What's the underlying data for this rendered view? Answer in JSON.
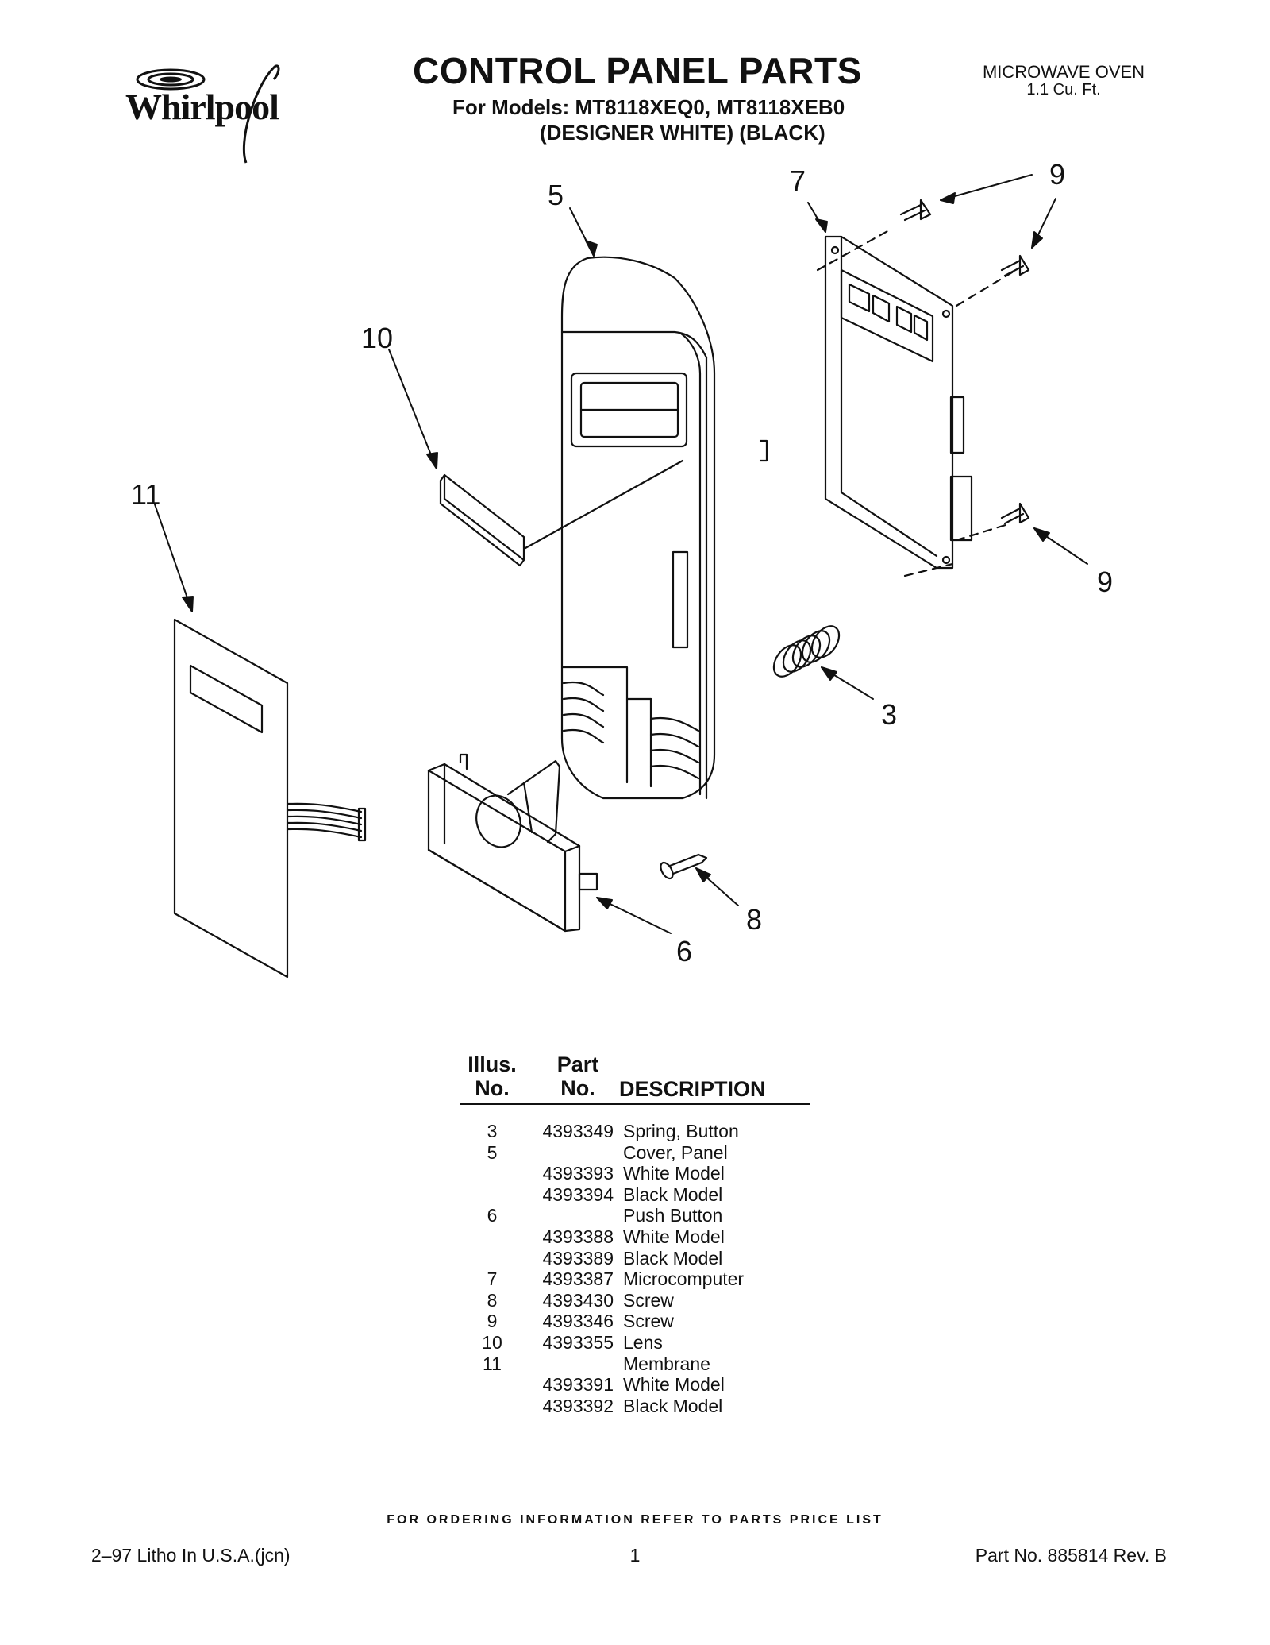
{
  "header": {
    "brand": "Whirlpool",
    "title": "CONTROL PANEL PARTS",
    "models_line": "For Models: MT8118XEQ0, MT8118XEB0",
    "models_colors": "(DESIGNER WHITE) (BLACK)",
    "product_type": "MICROWAVE OVEN",
    "product_size": "1.1 Cu. Ft."
  },
  "diagram": {
    "callouts": {
      "c3": "3",
      "c5": "5",
      "c6": "6",
      "c7": "7",
      "c8": "8",
      "c9a": "9",
      "c9b": "9",
      "c10": "10",
      "c11": "11"
    },
    "icons": [
      "whirlpool-logo",
      "control-panel-cover",
      "microcomputer-board",
      "screw",
      "spring",
      "lens",
      "membrane",
      "push-button"
    ]
  },
  "parts_table": {
    "headers": {
      "illus_1": "Illus.",
      "illus_2": "No.",
      "part_1": "Part",
      "part_2": "No.",
      "description": "DESCRIPTION"
    },
    "rows": [
      {
        "illus": "3",
        "part": "4393349",
        "desc": "Spring, Button"
      },
      {
        "illus": "5",
        "part": "",
        "desc": "Cover, Panel"
      },
      {
        "illus": "",
        "part": "4393393",
        "desc": "White Model"
      },
      {
        "illus": "",
        "part": "4393394",
        "desc": "Black Model"
      },
      {
        "illus": "6",
        "part": "",
        "desc": "Push Button"
      },
      {
        "illus": "",
        "part": "4393388",
        "desc": "White Model"
      },
      {
        "illus": "",
        "part": "4393389",
        "desc": "Black Model"
      },
      {
        "illus": "7",
        "part": "4393387",
        "desc": "Microcomputer"
      },
      {
        "illus": "8",
        "part": "4393430",
        "desc": "Screw"
      },
      {
        "illus": "9",
        "part": "4393346",
        "desc": "Screw"
      },
      {
        "illus": "10",
        "part": "4393355",
        "desc": "Lens"
      },
      {
        "illus": "11",
        "part": "",
        "desc": "Membrane"
      },
      {
        "illus": "",
        "part": "4393391",
        "desc": "White Model"
      },
      {
        "illus": "",
        "part": "4393392",
        "desc": "Black Model"
      }
    ]
  },
  "footer": {
    "order_note": "FOR ORDERING INFORMATION REFER TO PARTS PRICE LIST",
    "litho": "2–97 Litho In U.S.A.(jcn)",
    "page": "1",
    "part_no": "Part No. 885814 Rev. B"
  }
}
